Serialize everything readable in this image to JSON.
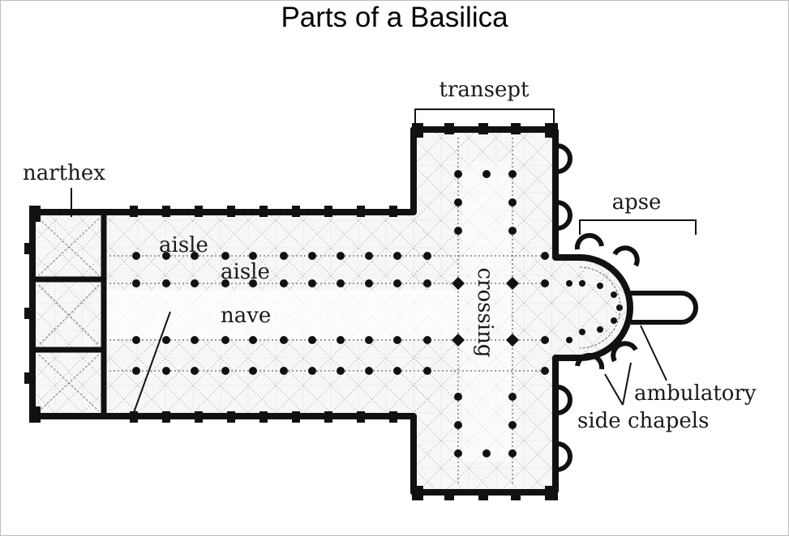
{
  "title": "Parts of a Basilica",
  "labels": {
    "transept": "transept",
    "narthex": "narthex",
    "apse": "apse",
    "aisle_outer": "aisle",
    "aisle_inner": "aisle",
    "nave": "nave",
    "crossing": "crossing",
    "ambulatory": "ambulatory",
    "side_chapels": "side chapels"
  },
  "colors": {
    "ink": "#111111",
    "floor": "#f6f6f6"
  }
}
